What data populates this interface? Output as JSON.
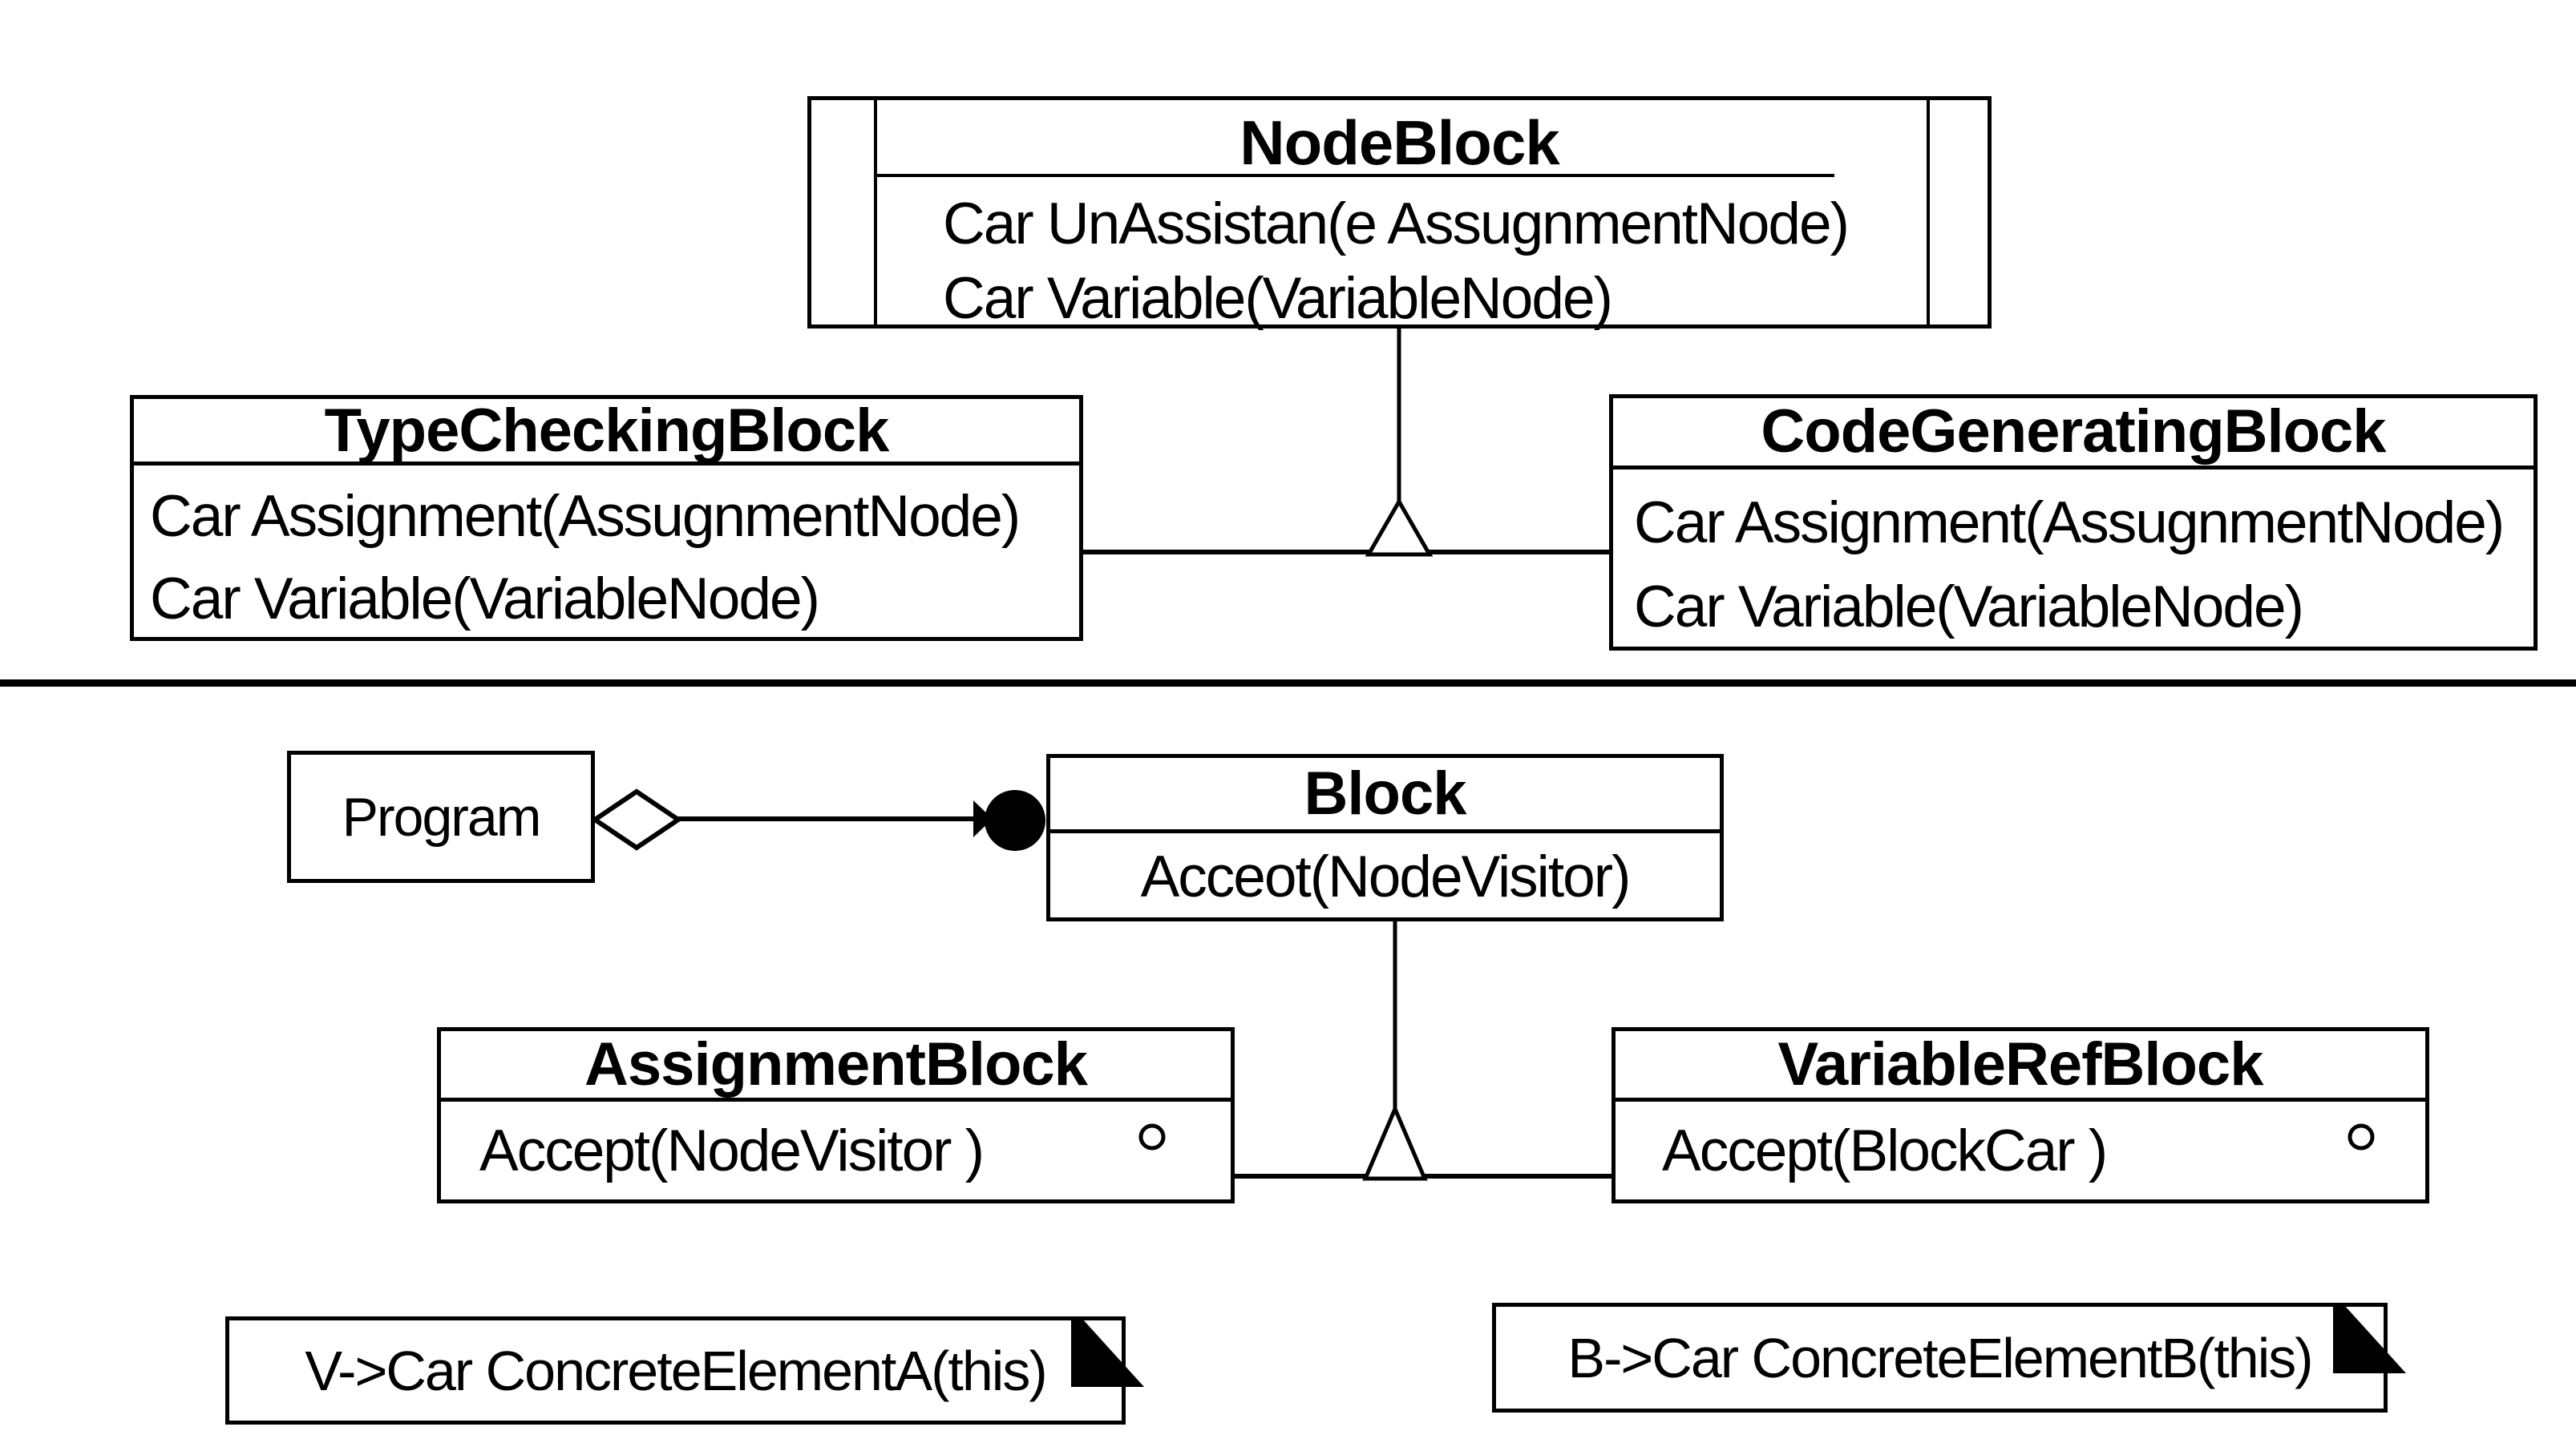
{
  "colors": {
    "ink": "#000000",
    "paper": "#ffffff"
  },
  "top_section": {
    "nodeblock": {
      "title": "NodeBlock",
      "methods": [
        "Car UnAssistan(e AssugnmentNode)",
        "Car Variable(VariableNode)"
      ]
    },
    "typechecking": {
      "title": "TypeCheckingBlock",
      "methods": [
        "Car Assignment(AssugnmentNode)",
        "Car Variable(VariableNode)"
      ]
    },
    "codegenerating": {
      "title": "CodeGeneratingBlock",
      "methods": [
        "Car Assignment(AssugnmentNode)",
        "Car Variable(VariableNode)"
      ]
    }
  },
  "bottom_section": {
    "program": {
      "label": "Program"
    },
    "block": {
      "title": "Block",
      "methods": [
        "Acceot(NodeVisitor)"
      ]
    },
    "assignmentblock": {
      "title": "AssignmentBlock",
      "methods": [
        "Accept(NodeVisitor )"
      ]
    },
    "variablerefblock": {
      "title": "VariableRefBlock",
      "methods": [
        "Accept(BlockCar )"
      ]
    },
    "note_left": {
      "text": "V->Car ConcreteElementA(this)"
    },
    "note_right": {
      "text": "B->Car ConcreteElementB(this)"
    }
  }
}
